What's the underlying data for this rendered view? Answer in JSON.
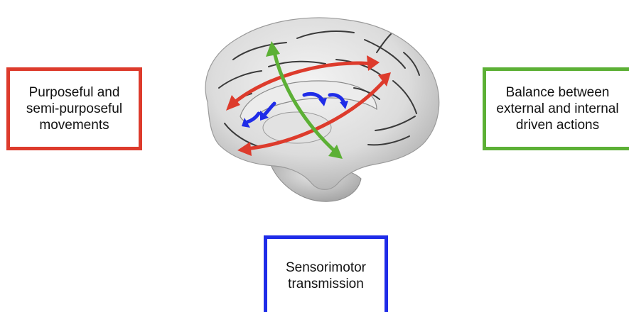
{
  "labels": {
    "movements": "Purposeful and\nsemi-purposeful\nmovements",
    "balance": "Balance between\nexternal and internal\ndriven actions",
    "sensorimotor": "Sensorimotor\ntransmission"
  },
  "colors": {
    "movements": "#dd3b2c",
    "balance": "#5cb035",
    "sensorimotor": "#1f2ce8",
    "brain": "#dcdcdc"
  },
  "icons": {
    "brain": "brain-medial-view-icon"
  }
}
